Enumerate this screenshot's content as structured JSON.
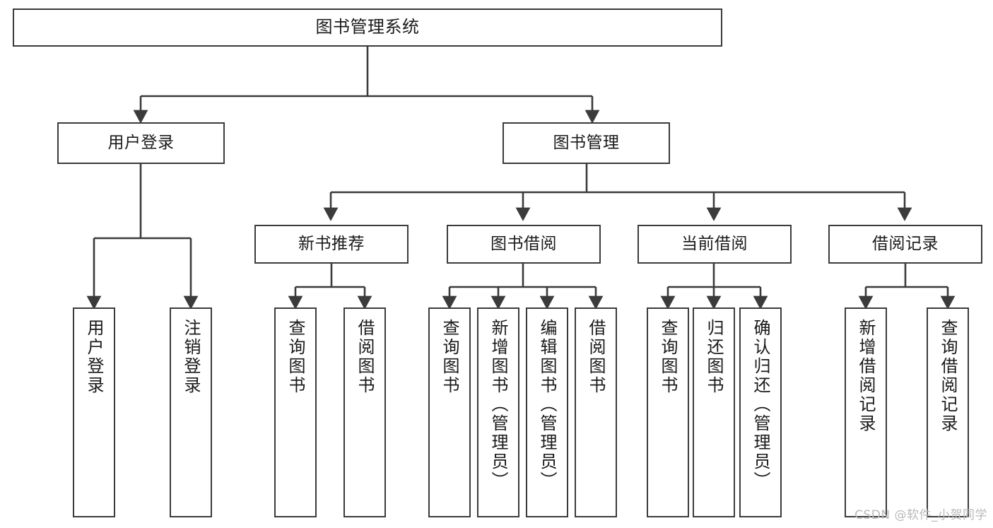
{
  "diagram": {
    "title": "图书管理系统",
    "type": "tree",
    "orientation": "top-down",
    "line_color": "#3b3b3b",
    "box_fill": "#ffffff",
    "text_color": "#1a1a1a"
  },
  "nodes": {
    "root": {
      "label": "图书管理系统"
    },
    "level2": [
      {
        "id": "user-login",
        "label": "用户登录"
      },
      {
        "id": "book-management",
        "label": "图书管理"
      }
    ],
    "level3": [
      {
        "id": "new-book-recommend",
        "label": "新书推荐"
      },
      {
        "id": "book-borrow",
        "label": "图书借阅"
      },
      {
        "id": "current-borrow",
        "label": "当前借阅"
      },
      {
        "id": "borrow-record",
        "label": "借阅记录"
      }
    ],
    "leaves": {
      "user_login": [
        {
          "id": "leaf-user-login",
          "label": "用户登录"
        },
        {
          "id": "leaf-logout",
          "label": "注销登录"
        }
      ],
      "new_book_recommend": [
        {
          "id": "leaf-query-book-1",
          "label": "查询图书"
        },
        {
          "id": "leaf-borrow-book-1",
          "label": "借阅图书"
        }
      ],
      "book_borrow": [
        {
          "id": "leaf-query-book-2",
          "label": "查询图书"
        },
        {
          "id": "leaf-add-book",
          "label": "新增图书（管理员）"
        },
        {
          "id": "leaf-edit-book",
          "label": "编辑图书（管理员）"
        },
        {
          "id": "leaf-borrow-book-2",
          "label": "借阅图书"
        }
      ],
      "current_borrow": [
        {
          "id": "leaf-query-book-3",
          "label": "查询图书"
        },
        {
          "id": "leaf-return-book",
          "label": "归还图书"
        },
        {
          "id": "leaf-confirm-return",
          "label": "确认归还（管理员）"
        }
      ],
      "borrow_record": [
        {
          "id": "leaf-add-record",
          "label": "新增借阅记录"
        },
        {
          "id": "leaf-query-record",
          "label": "查询借阅记录"
        }
      ]
    }
  },
  "watermark": {
    "text": "CSDN @软件_小贺同学"
  }
}
